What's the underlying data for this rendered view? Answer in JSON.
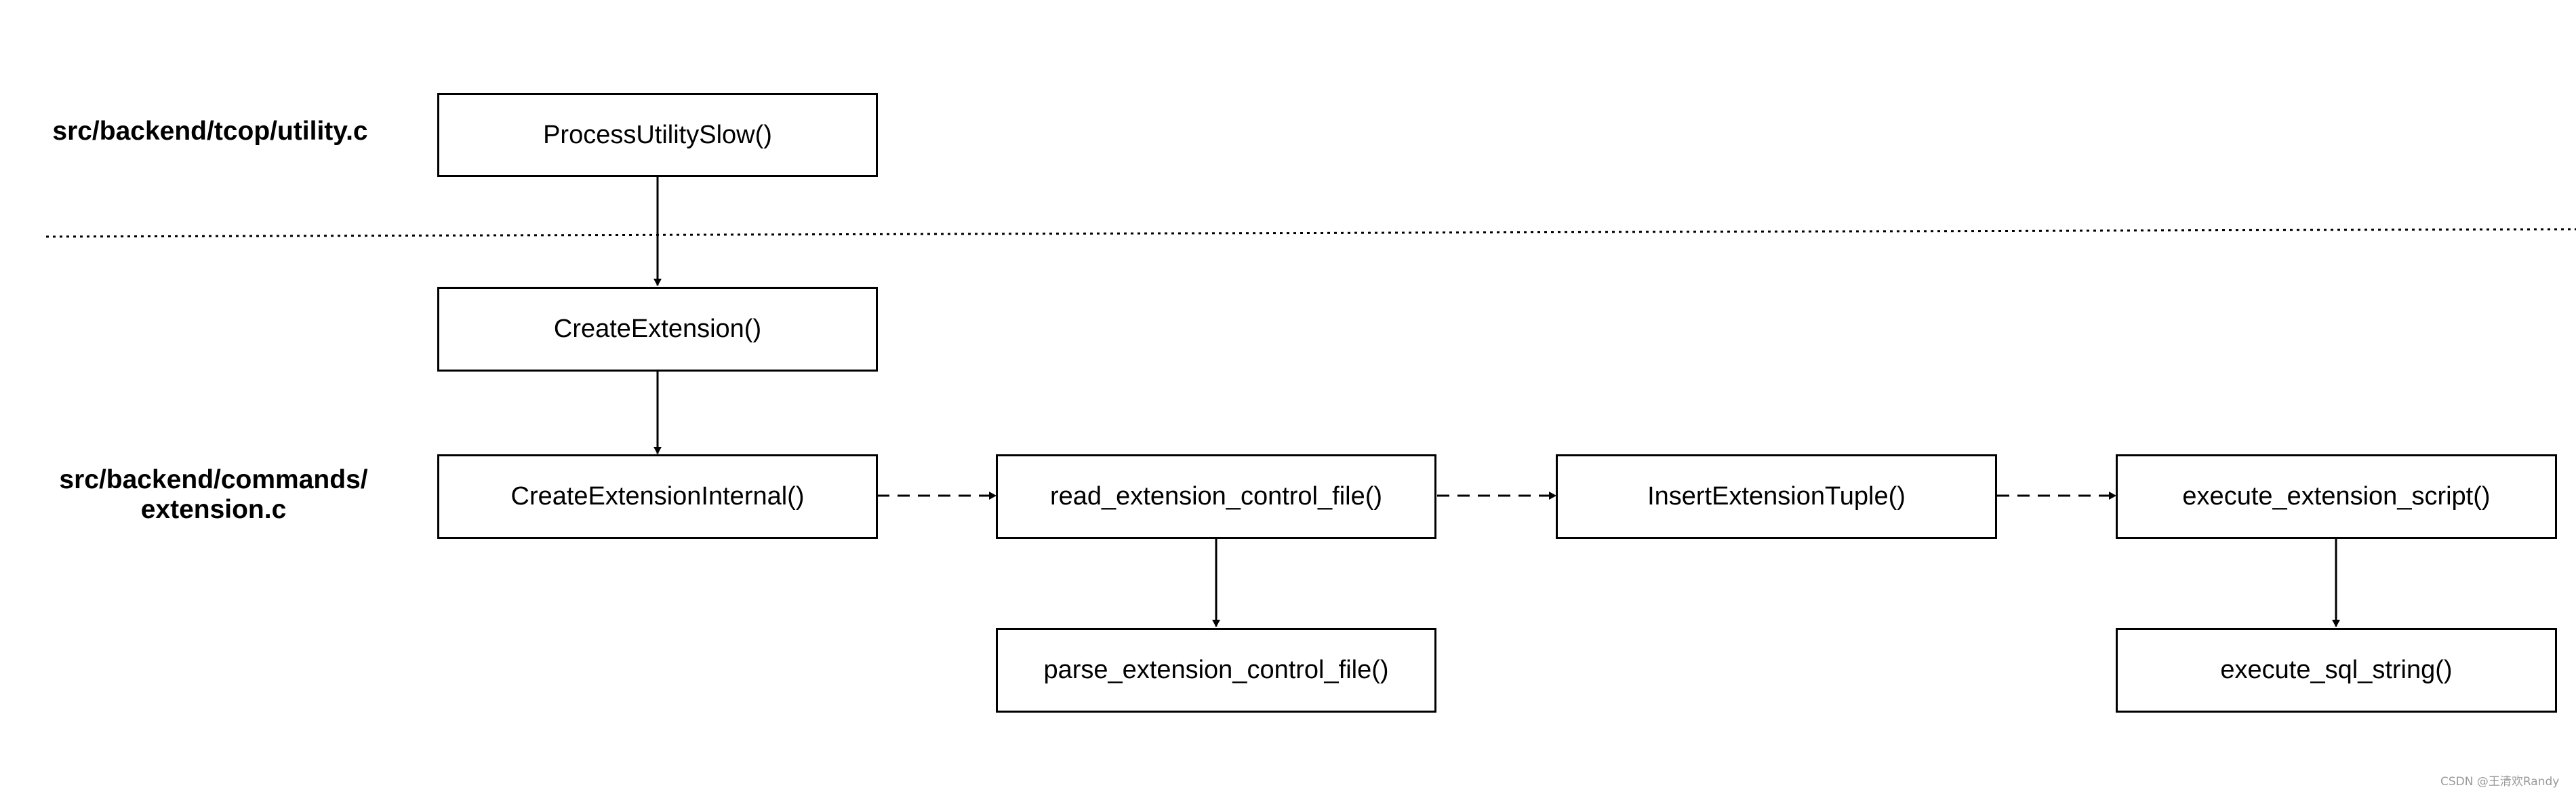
{
  "labels": {
    "utility_file": "src/backend/tcop/utility.c",
    "extension_file_line1": "src/backend/commands/",
    "extension_file_line2": "extension.c"
  },
  "nodes": {
    "process_utility_slow": "ProcessUtilitySlow()",
    "create_extension": "CreateExtension()",
    "create_extension_internal": "CreateExtensionInternal()",
    "read_extension_control_file": "read_extension_control_file()",
    "insert_extension_tuple": "InsertExtensionTuple()",
    "execute_extension_script": "execute_extension_script()",
    "parse_extension_control_file": "parse_extension_control_file()",
    "execute_sql_string": "execute_sql_string()"
  },
  "watermark": "CSDN @王清欢Randy",
  "edges": [
    {
      "from": "process_utility_slow",
      "to": "create_extension",
      "style": "solid"
    },
    {
      "from": "create_extension",
      "to": "create_extension_internal",
      "style": "solid"
    },
    {
      "from": "create_extension_internal",
      "to": "read_extension_control_file",
      "style": "dashed"
    },
    {
      "from": "read_extension_control_file",
      "to": "insert_extension_tuple",
      "style": "dashed"
    },
    {
      "from": "insert_extension_tuple",
      "to": "execute_extension_script",
      "style": "dashed"
    },
    {
      "from": "read_extension_control_file",
      "to": "parse_extension_control_file",
      "style": "solid"
    },
    {
      "from": "execute_extension_script",
      "to": "execute_sql_string",
      "style": "solid"
    }
  ],
  "colors": {
    "line": "#000000",
    "background": "#ffffff"
  }
}
